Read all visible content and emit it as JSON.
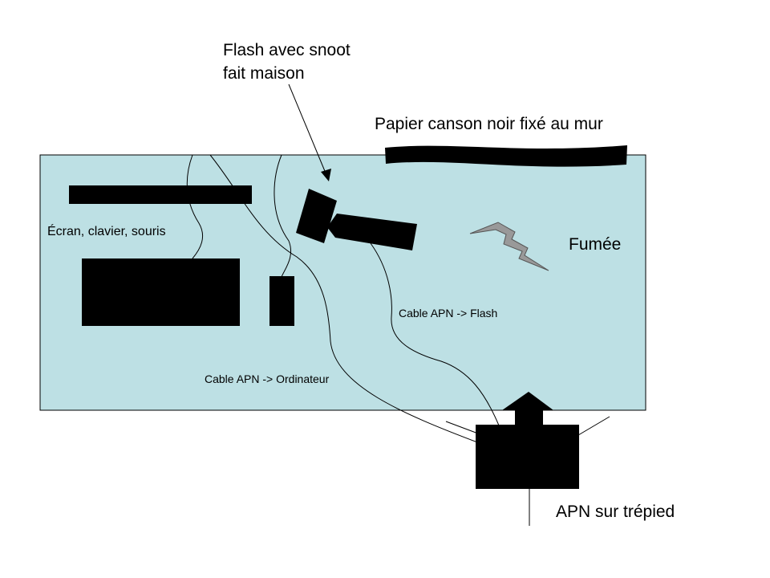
{
  "labels": {
    "flash_line1": "Flash avec snoot",
    "flash_line2": "fait maison",
    "paper": "Papier canson noir fixé au mur",
    "screen": "Écran, clavier, souris",
    "smoke": "Fumée",
    "cable_flash": "Cable APN -> Flash",
    "cable_computer": "Cable APN -> Ordinateur",
    "camera": "APN sur trépied"
  },
  "colors": {
    "table": "#bde0e4",
    "objects": "#000000",
    "smoke": "#999999"
  }
}
